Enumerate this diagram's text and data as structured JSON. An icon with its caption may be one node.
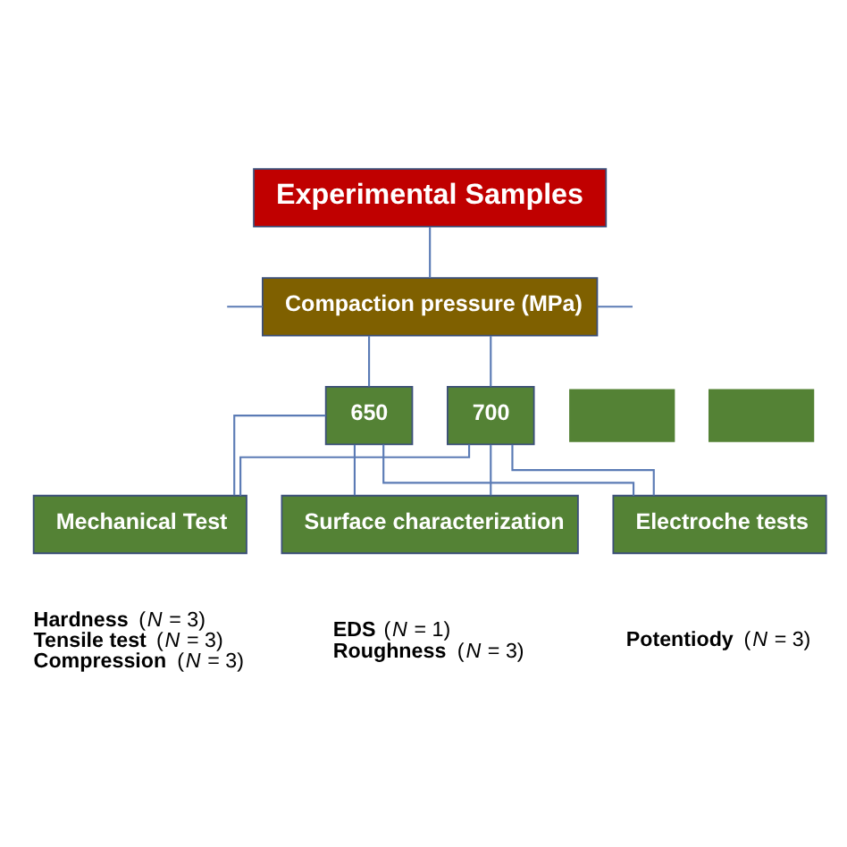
{
  "diagram": {
    "nodes": [
      {
        "text": [
          "Experimental Samples"
        ]
      },
      {
        "text": [
          "Compaction pressure (MPa)"
        ]
      },
      {
        "text": [],
        "shape": "box"
      },
      {
        "text": [
          "650"
        ]
      },
      {
        "text": [
          "700"
        ]
      },
      {
        "text": [],
        "shape": "box"
      },
      {
        "text": [
          "Mechanical Test"
        ],
        "beside": [
          "**Hardness** (*N* = 3)",
          "**Tensile test** (*N* = 3)",
          "**Compression** (*N* = 3)"
        ]
      },
      {
        "text": [
          "Surface characterization"
        ],
        "beside": [
          "**EDS** (*N* = 1)",
          "**Roughness** (*N* = 3)"
        ]
      },
      {
        "text": [
          "Electroche tests"
        ],
        "beside": [
          "**Potentiody** (*N* = 3)"
        ]
      }
    ],
    "edges": [
      {
        "from": 0,
        "to": 1,
        "arrow": "none"
      },
      {
        "from": null,
        "to": 1,
        "arrow": "none"
      },
      {
        "from": 1,
        "to": null,
        "arrow": "none"
      },
      {
        "from": 1,
        "to": 3,
        "arrow": "none"
      },
      {
        "from": 1,
        "to": 4,
        "arrow": "none"
      },
      {
        "from": 3,
        "to": 6,
        "arrow": "none"
      },
      {
        "from": 3,
        "to": 7,
        "arrow": "none"
      },
      {
        "from": 3,
        "to": 8,
        "arrow": "none"
      },
      {
        "from": 4,
        "to": 6,
        "arrow": "none"
      },
      {
        "from": 4,
        "to": 7,
        "arrow": "none"
      },
      {
        "from": 4,
        "to": 8,
        "arrow": "none"
      }
    ]
  }
}
